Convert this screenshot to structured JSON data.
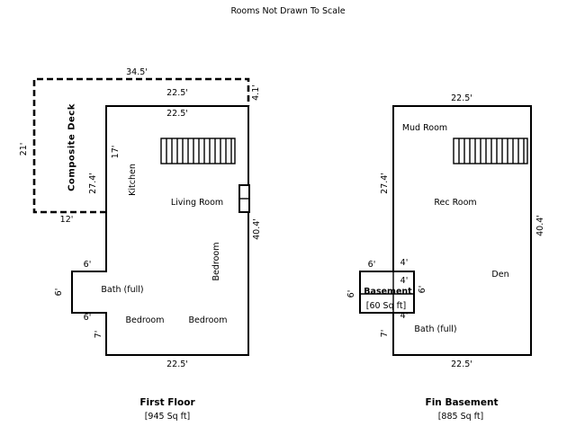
{
  "page": {
    "title": "Rooms Not Drawn To Scale"
  },
  "first_floor": {
    "title": "First Floor",
    "area": "[945 Sq ft]",
    "deck": {
      "label": "Composite Deck",
      "dim_top": "34.5'",
      "dim_left": "21'",
      "dim_right": "4.1'",
      "dim_bottom": "12'",
      "dim_inner_top": "22.5'"
    },
    "dims": {
      "top": "22.5'",
      "wall_upper_left": "17'",
      "left": "27.4'",
      "right": "40.4'",
      "bath_top": "6'",
      "bath_left": "6'",
      "bath_bottom": "6'",
      "wall_lower_left": "7'",
      "bottom": "22.5'"
    },
    "rooms": {
      "kitchen": "Kitchen",
      "living_room": "Living Room",
      "bedroom_east": "Bedroom",
      "bath": "Bath (full)",
      "bedroom_southwest": "Bedroom",
      "bedroom_south": "Bedroom"
    }
  },
  "basement": {
    "title": "Fin Basement",
    "area": "[885 Sq ft]",
    "dims": {
      "top": "22.5'",
      "left": "27.4'",
      "right": "40.4'",
      "stair_top_left": "6'",
      "stair_top_right": "4'",
      "stair_inner": "4'",
      "stair_left": "6'",
      "stair_right": "6'",
      "stair_bottom": "4'",
      "wall_lower_left": "7'",
      "bottom": "22.5'"
    },
    "rooms": {
      "mud_room": "Mud Room",
      "rec_room": "Rec Room",
      "den": "Den",
      "bath": "Bath (full)",
      "stair_label": "Basement",
      "stair_area": "[60 Sq ft]"
    }
  }
}
